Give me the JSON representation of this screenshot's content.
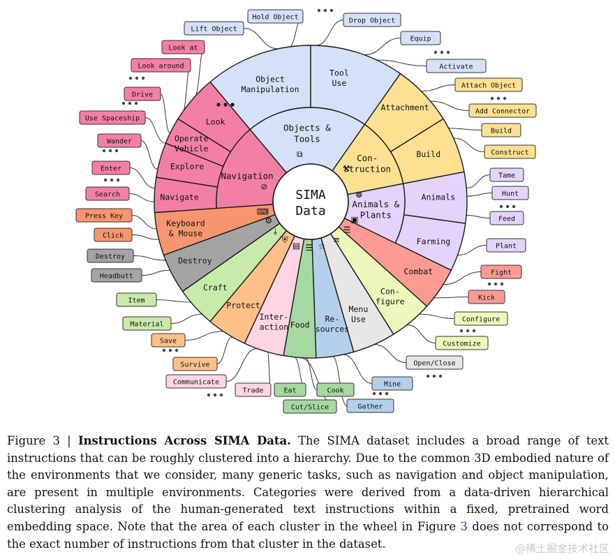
{
  "center": {
    "line1": "SIMA",
    "line2": "Data"
  },
  "colors": {
    "objects": "#d4e1f9",
    "construction": "#fde092",
    "animals": "#e4d3fb",
    "combat": "#fb9b93",
    "config": "#eef8bc",
    "menu": "#e6e6e6",
    "resources": "#b4cfe9",
    "food": "#a6d8a2",
    "interaction": "#fed5e3",
    "protect": "#fdc089",
    "craft": "#c8eaaa",
    "destroy": "#a4a4a4",
    "keyboard": "#f6956e",
    "navigation": "#f47fa5",
    "outline": "#1a1a1a"
  },
  "inner": [
    {
      "id": "objects-tools",
      "lines": [
        "Objects &",
        "Tools"
      ],
      "icon": "shapes-icon"
    },
    {
      "id": "construction",
      "lines": [
        "Con-",
        "struction"
      ],
      "icon": "tools-icon"
    },
    {
      "id": "animals-plants",
      "lines": [
        "Animals &",
        "Plants"
      ],
      "icon": "paw-icon"
    },
    {
      "id": "navigation",
      "lines": [
        "Navigation"
      ],
      "icon": "compass-icon"
    }
  ],
  "outer": [
    {
      "id": "object-manipulation",
      "lines": [
        "Object",
        "Manipulation"
      ]
    },
    {
      "id": "tool-use",
      "lines": [
        "Tool",
        "Use"
      ]
    },
    {
      "id": "attachment",
      "lines": [
        "Attachment"
      ]
    },
    {
      "id": "build",
      "lines": [
        "Build"
      ]
    },
    {
      "id": "animals",
      "lines": [
        "Animals"
      ]
    },
    {
      "id": "farming",
      "lines": [
        "Farming"
      ]
    },
    {
      "id": "combat",
      "lines": [
        "Combat"
      ]
    },
    {
      "id": "configure-seg",
      "lines": [
        "Con-",
        "figure"
      ]
    },
    {
      "id": "menu-use",
      "lines": [
        "Menu",
        "Use"
      ]
    },
    {
      "id": "resources",
      "lines": [
        "Re-",
        "sources"
      ]
    },
    {
      "id": "food",
      "lines": [
        "Food"
      ]
    },
    {
      "id": "interaction",
      "lines": [
        "Inter-",
        "action"
      ]
    },
    {
      "id": "protect",
      "lines": [
        "Protect"
      ]
    },
    {
      "id": "craft",
      "lines": [
        "Craft"
      ]
    },
    {
      "id": "destroy",
      "lines": [
        "Destroy"
      ]
    },
    {
      "id": "keyboard-mouse",
      "lines": [
        "Keyboard",
        "& Mouse"
      ]
    },
    {
      "id": "navigate",
      "lines": [
        "Navigate"
      ]
    },
    {
      "id": "explore",
      "lines": [
        "Explore"
      ]
    },
    {
      "id": "operate-vehicle",
      "lines": [
        "Operate",
        "Vehicle"
      ]
    },
    {
      "id": "look",
      "lines": [
        "Look"
      ]
    }
  ],
  "ellipsis": "● ● ●",
  "leaves": [
    {
      "text": "Hold Object"
    },
    {
      "text": "Drop Object"
    },
    {
      "text": "Lift Object"
    },
    {
      "text": "Equip"
    },
    {
      "text": "Activate"
    },
    {
      "text": "Attach Object"
    },
    {
      "text": "Add Connector"
    },
    {
      "text": "Build"
    },
    {
      "text": "Construct"
    },
    {
      "text": "Tame"
    },
    {
      "text": "Hunt"
    },
    {
      "text": "Feed"
    },
    {
      "text": "Plant"
    },
    {
      "text": "Fight"
    },
    {
      "text": "Kick"
    },
    {
      "text": "Configure"
    },
    {
      "text": "Customize"
    },
    {
      "text": "Open/Close"
    },
    {
      "text": "Mine"
    },
    {
      "text": "Gather"
    },
    {
      "text": "Cook"
    },
    {
      "text": "Eat"
    },
    {
      "text": "Cut/Slice"
    },
    {
      "text": "Trade"
    },
    {
      "text": "Communicate"
    },
    {
      "text": "Survive"
    },
    {
      "text": "Save"
    },
    {
      "text": "Material"
    },
    {
      "text": "Item"
    },
    {
      "text": "Headbutt"
    },
    {
      "text": "Destroy"
    },
    {
      "text": "Click"
    },
    {
      "text": "Press Key"
    },
    {
      "text": "Search"
    },
    {
      "text": "Enter"
    },
    {
      "text": "Wander"
    },
    {
      "text": "Use Spaceship"
    },
    {
      "text": "Drive"
    },
    {
      "text": "Look around"
    },
    {
      "text": "Look at"
    }
  ],
  "caption": {
    "label": "Figure 3 | ",
    "title": "Instructions Across SIMA Data.",
    "text1": " The SIMA dataset includes a broad range of text instructions that can be roughly clustered into a hierarchy. Due to the common 3D embodied nature of the environments that we consider, many generic tasks, such as navigation and object manipulation, are present in multiple environments. Categories were derived from a data-driven hierarchical clustering analysis of the human-generated text instructions within a fixed, pretrained word embedding space. Note that the area of each cluster in the wheel in Figure ",
    "ref": "3",
    "text2": " does not correspond to the exact number of instructions from that cluster in the dataset."
  },
  "watermark": "@稀土掘金技术社区"
}
